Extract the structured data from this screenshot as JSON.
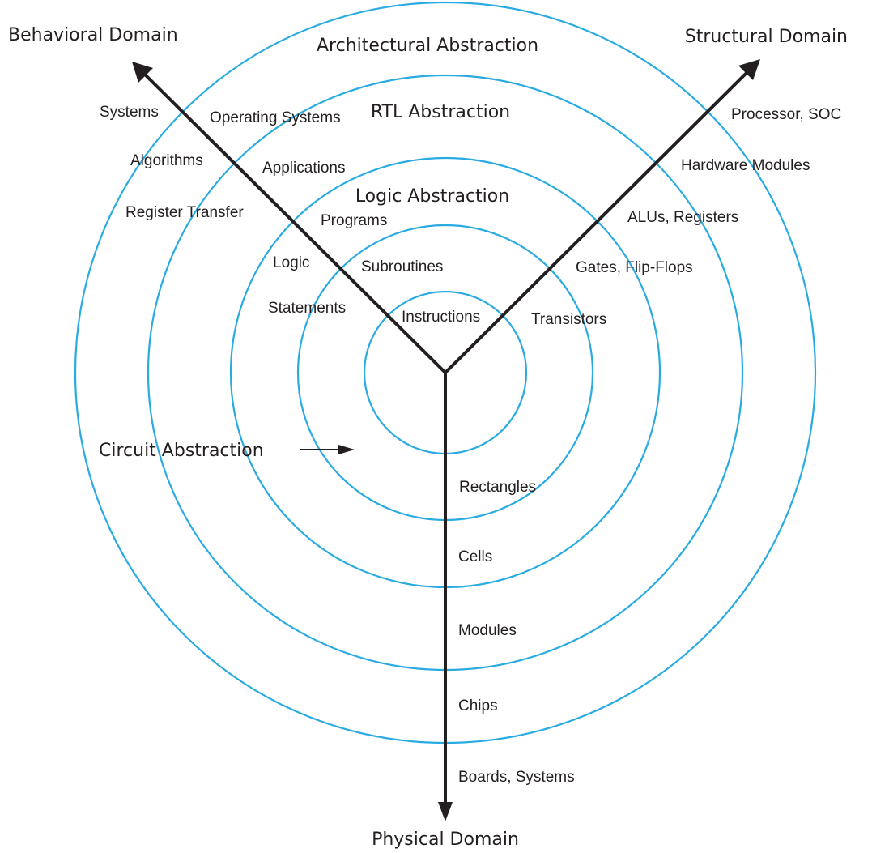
{
  "colors": {
    "rings": "#29abe2",
    "axes": "#231f20",
    "text": "#231f20",
    "background": "#ffffff"
  },
  "domains": {
    "behavioral": "Behavioral Domain",
    "structural": "Structural Domain",
    "physical": "Physical Domain"
  },
  "abstractions": {
    "architectural": "Architectural Abstraction",
    "rtl": "RTL Abstraction",
    "logic": "Logic Abstraction",
    "circuit": "Circuit Abstraction"
  },
  "behavioral_levels": [
    "Systems",
    "Algorithms",
    "Register Transfer",
    "Logic",
    "Statements"
  ],
  "behavioral_software": [
    "Operating Systems",
    "Applications",
    "Programs",
    "Subroutines",
    "Instructions"
  ],
  "structural_levels": [
    "Processor, SOC",
    "Hardware Modules",
    "ALUs, Registers",
    "Gates, Flip-Flops",
    "Transistors"
  ],
  "physical_levels": [
    "Rectangles",
    "Cells",
    "Modules",
    "Chips",
    "Boards, Systems"
  ]
}
